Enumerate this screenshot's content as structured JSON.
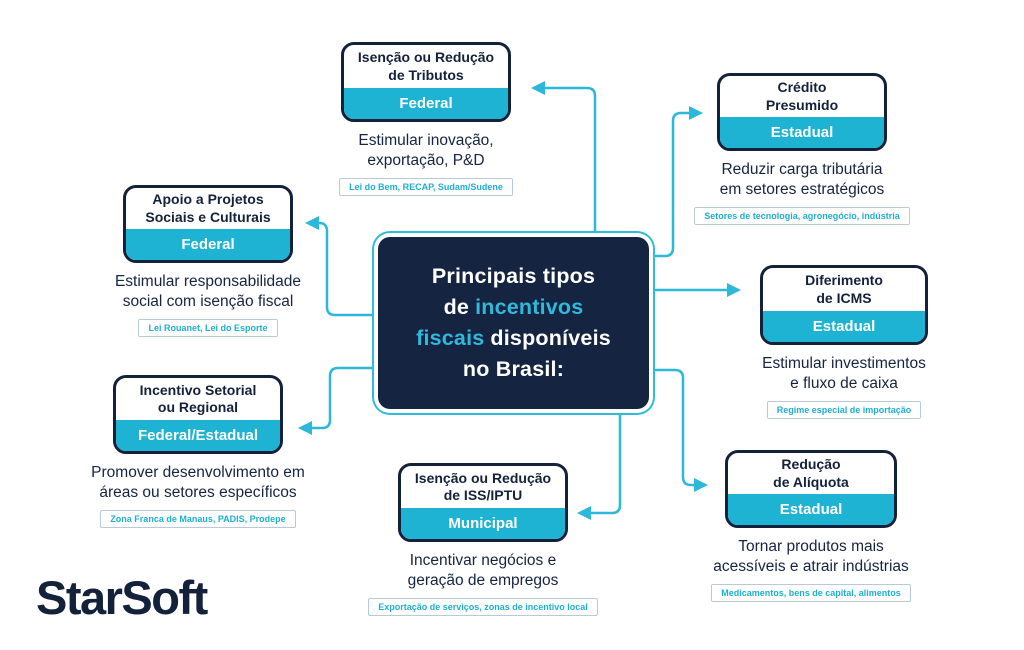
{
  "colors": {
    "navy": "#14213B",
    "cyan_band": "#1EB3D2",
    "cyan_arrow": "#2CB8D8",
    "cyan_text": "#1FAFD2",
    "tag_border": "#B9C9D6",
    "background": "#FFFFFF"
  },
  "center": {
    "line1": "Principais tipos",
    "line2_white": "de",
    "line2_cyan": "incentivos",
    "line3_cyan": "fiscais",
    "line3_white": "disponíveis",
    "line4": "no Brasil:"
  },
  "nodes": [
    {
      "title": "Isenção ou Redução\nde Tributos",
      "level": "Federal",
      "description": "Estimular inovação,\nexportação, P&D",
      "tag": "Lei do Bem, RECAP, Sudam/Sudene"
    },
    {
      "title": "Crédito\nPresumido",
      "level": "Estadual",
      "description": "Reduzir carga tributária\nem setores estratégicos",
      "tag": "Setores de tecnologia, agronegócio, indústria"
    },
    {
      "title": "Apoio a Projetos\nSociais e Culturais",
      "level": "Federal",
      "description": "Estimular responsabilidade\nsocial com isenção fiscal",
      "tag": "Lei Rouanet, Lei do Esporte"
    },
    {
      "title": "Incentivo Setorial\nou Regional",
      "level": "Federal/Estadual",
      "description": "Promover desenvolvimento em\náreas ou setores específicos",
      "tag": "Zona Franca de Manaus, PADIS, Prodepe"
    },
    {
      "title": "Diferimento\nde ICMS",
      "level": "Estadual",
      "description": "Estimular investimentos\ne fluxo de caixa",
      "tag": "Regime especial de importação"
    },
    {
      "title": "Isenção ou Redução\nde ISS/IPTU",
      "level": "Municipal",
      "description": "Incentivar negócios e\ngeração de empregos",
      "tag": "Exportação de serviços, zonas de incentivo local"
    },
    {
      "title": "Redução\nde Alíquota",
      "level": "Estadual",
      "description": "Tornar produtos mais\nacessíveis e atrair indústrias",
      "tag": "Medicamentos, bens de capital, alimentos"
    }
  ],
  "logo": "StarSoft"
}
